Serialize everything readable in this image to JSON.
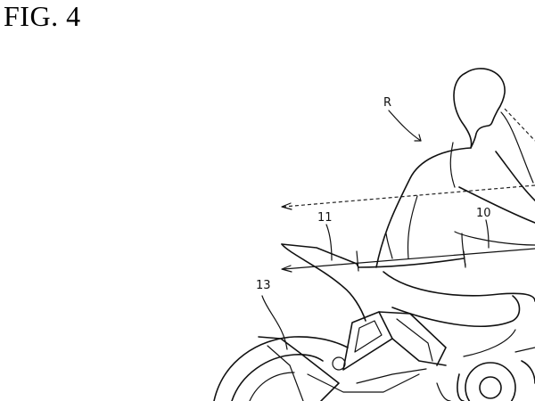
{
  "figure": {
    "title": "FIG. 4"
  },
  "reference_labels": {
    "rider": "R",
    "cowl": "11",
    "seat": "10",
    "frame": "13"
  }
}
